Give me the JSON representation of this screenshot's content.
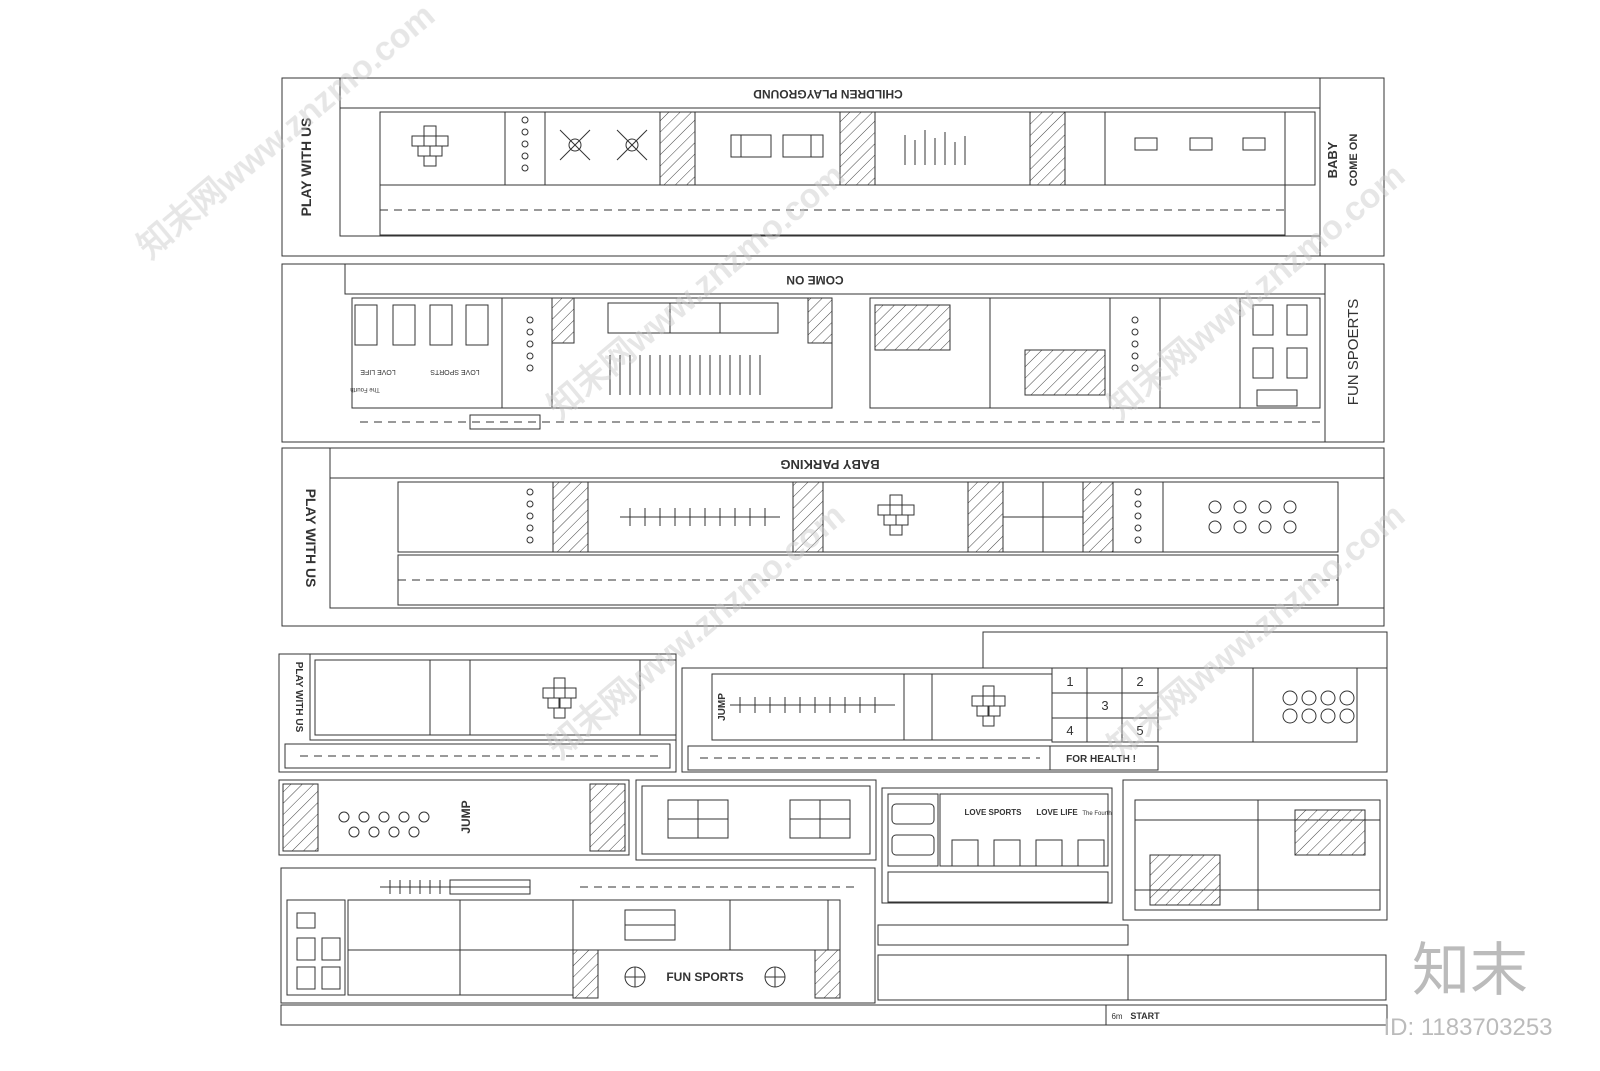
{
  "strip1": {
    "title": "CHILDREN PLAYGROUND",
    "side_left": "PLAY WITH US",
    "side_right_top": "BABY",
    "side_right_bottom": "COME ON"
  },
  "strip2": {
    "title": "COME ON",
    "side_right": "FUN SPOERTS",
    "love_sports": "LOVE SPORTS",
    "love_life": "LOVE LIFE",
    "the_fourth": "The Fourth"
  },
  "strip3": {
    "title": "BABY PARKING",
    "side_left": "PLAY WITH US"
  },
  "panel4": {
    "side": "PLAY WITH US",
    "jump": "JUMP",
    "for_health": "FOR HEALTH !",
    "grid_numbers": [
      "1",
      "2",
      "3",
      "4",
      "5"
    ]
  },
  "panel5": {
    "jump": "JUMP"
  },
  "panel6": {
    "love_sports": "LOVE SPORTS",
    "love_life": "LOVE LIFE",
    "the_fourth": "The Fourth"
  },
  "panel7": {
    "fun_sports": "FUN SPORTS",
    "start": "START",
    "bottom_label": "6m"
  },
  "branding": {
    "site_logo": "知末",
    "id_label": "ID: 1183703253",
    "watermark_text": "知末网www.znzmo.com"
  }
}
